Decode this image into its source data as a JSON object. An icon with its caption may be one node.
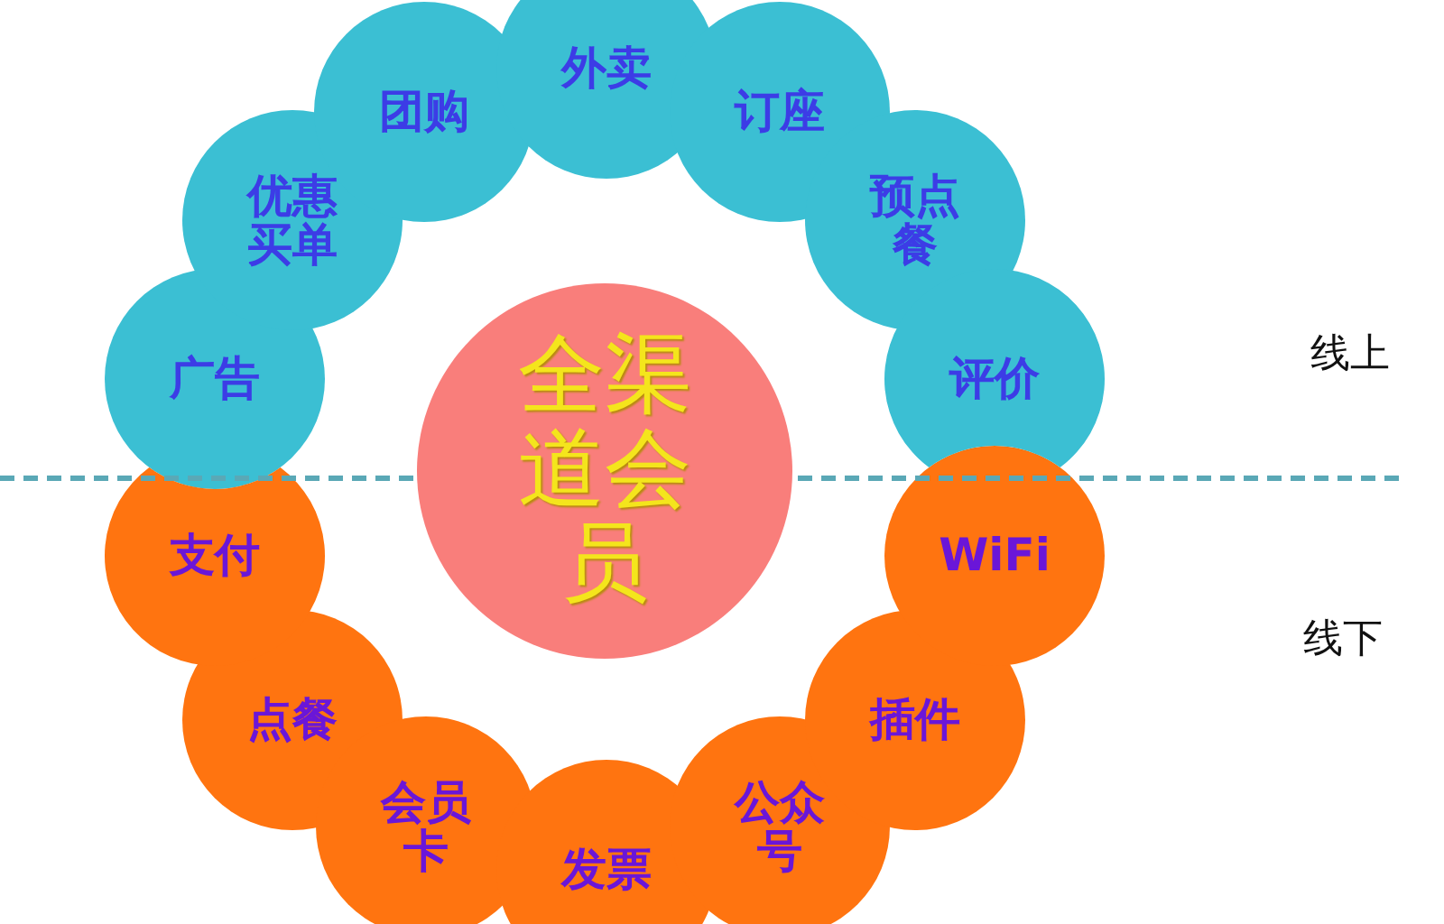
{
  "diagram": {
    "nodes": [
      {
        "text": [
          "广告"
        ]
      },
      {
        "text": [
          "优惠买单"
        ]
      },
      {
        "text": [
          "团购"
        ]
      },
      {
        "text": [
          "外卖"
        ]
      },
      {
        "text": [
          "订座"
        ]
      },
      {
        "text": [
          "预点餐"
        ]
      },
      {
        "text": [
          "评价"
        ]
      },
      {
        "text": [
          "全渠道会员"
        ]
      },
      {
        "text": [
          "支付"
        ]
      },
      {
        "text": [
          "点餐"
        ]
      },
      {
        "text": [
          "会员卡"
        ]
      },
      {
        "text": [
          "发票"
        ]
      },
      {
        "text": [
          "公众号"
        ]
      },
      {
        "text": [
          "插件"
        ]
      },
      {
        "text": [
          "WiFi"
        ]
      }
    ],
    "labels": [
      "线上",
      "线下"
    ]
  }
}
